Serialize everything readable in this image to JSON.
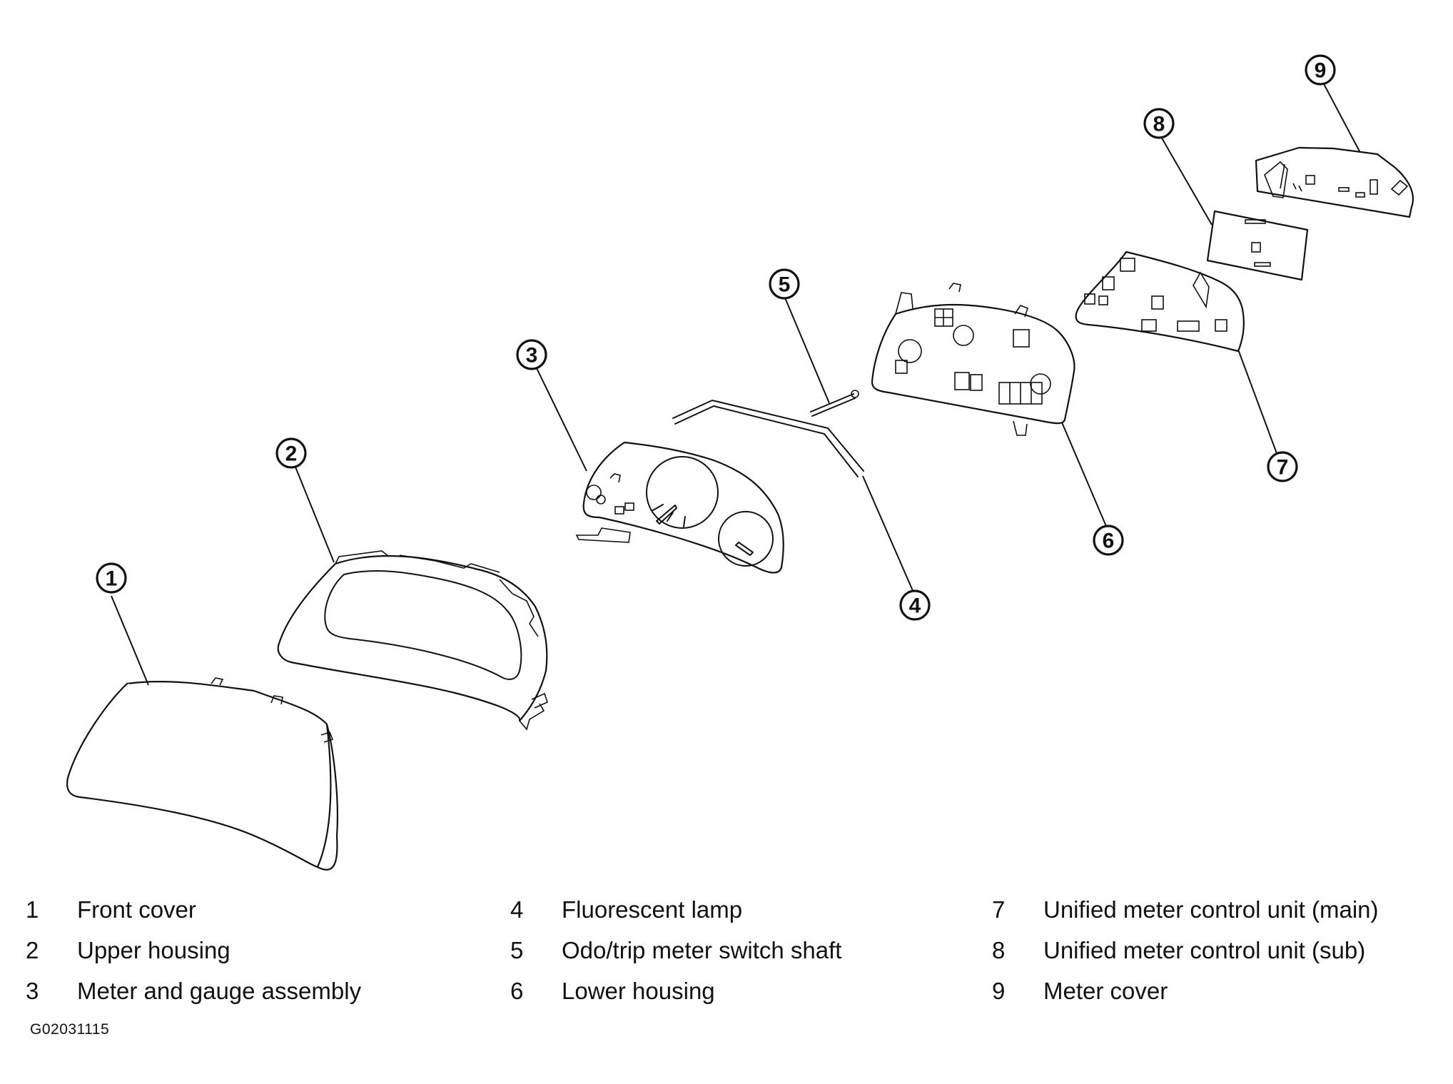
{
  "callouts": [
    "1",
    "2",
    "3",
    "4",
    "5",
    "6",
    "7",
    "8",
    "9"
  ],
  "legend": [
    [
      {
        "num": "1",
        "label": "Front cover"
      },
      {
        "num": "2",
        "label": "Upper housing"
      },
      {
        "num": "3",
        "label": "Meter and gauge assembly"
      }
    ],
    [
      {
        "num": "4",
        "label": "Fluorescent lamp"
      },
      {
        "num": "5",
        "label": "Odo/trip meter switch shaft"
      },
      {
        "num": "6",
        "label": "Lower housing"
      }
    ],
    [
      {
        "num": "7",
        "label": "Unified meter control unit (main)"
      },
      {
        "num": "8",
        "label": "Unified meter control unit (sub)"
      },
      {
        "num": "9",
        "label": "Meter cover"
      }
    ]
  ],
  "figure_code": "G02031115"
}
